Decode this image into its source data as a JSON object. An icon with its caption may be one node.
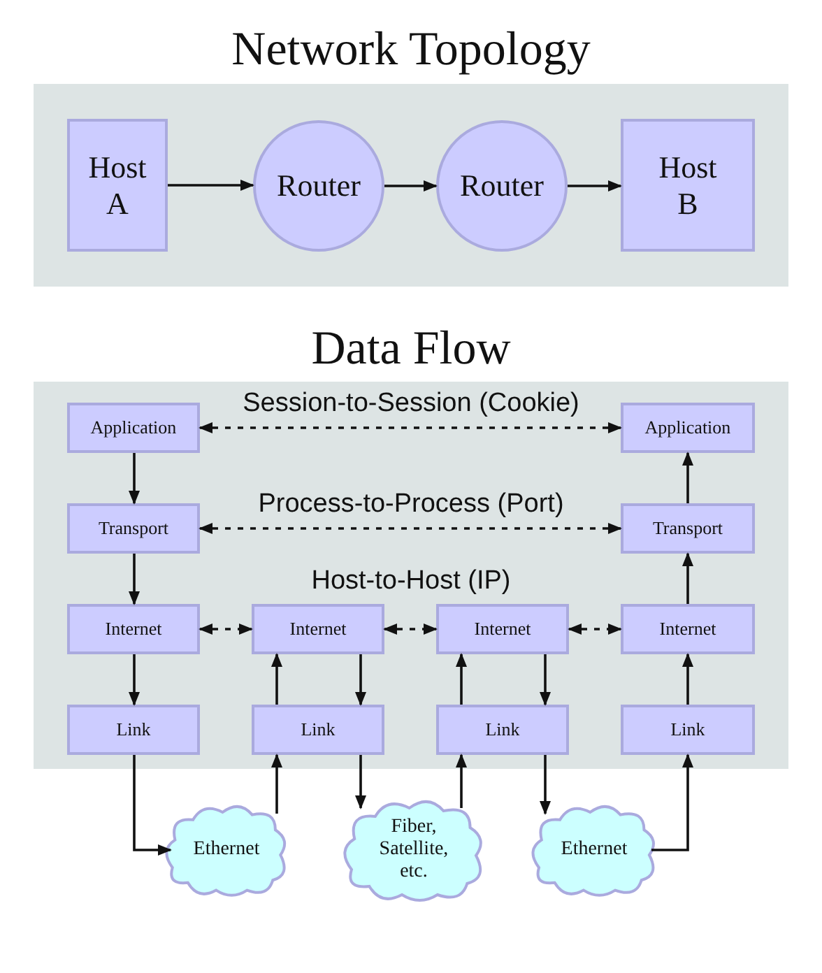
{
  "diagram": {
    "nodes": [
      {
        "text": [
          "Network Topology"
        ]
      },
      {
        "text": [
          "Host A"
        ],
        "in": 0
      },
      {
        "text": [
          "Router"
        ],
        "in": 0
      },
      {
        "text": [
          "Router"
        ],
        "in": 0
      },
      {
        "text": [
          "Host B"
        ],
        "in": 0
      },
      {
        "text": [
          "Data Flow"
        ]
      },
      {
        "text": [
          "Application"
        ],
        "in": 5
      },
      {
        "text": [
          "Application"
        ],
        "in": 5
      },
      {
        "text": [
          "Transport"
        ],
        "in": 5
      },
      {
        "text": [
          "Transport"
        ],
        "in": 5
      },
      {
        "text": [
          "Internet"
        ],
        "in": 5
      },
      {
        "text": [
          "Internet"
        ],
        "in": 5
      },
      {
        "text": [
          "Internet"
        ],
        "in": 5
      },
      {
        "text": [
          "Internet"
        ],
        "in": 5
      },
      {
        "text": [
          "Link"
        ],
        "in": 5
      },
      {
        "text": [
          "Link"
        ],
        "in": 5
      },
      {
        "text": [
          "Link"
        ],
        "in": 5
      },
      {
        "text": [
          "Link"
        ],
        "in": 5
      },
      {
        "text": [
          "Ethernet"
        ]
      },
      {
        "text": [
          "Fiber, Satellite, etc."
        ]
      },
      {
        "text": [
          "Ethernet"
        ]
      }
    ],
    "edges": [
      {
        "from": 1,
        "to": 2,
        "arrow": "to"
      },
      {
        "from": 2,
        "to": 3,
        "arrow": "to"
      },
      {
        "from": 3,
        "to": 4,
        "arrow": "to"
      },
      {
        "from": 6,
        "to": 7,
        "arrow": "both",
        "style": "dashed",
        "label": "Session-to-Session (Cookie)"
      },
      {
        "from": 8,
        "to": 9,
        "arrow": "both",
        "style": "dashed",
        "label": "Process-to-Process (Port)"
      },
      {
        "from": 10,
        "to": 11,
        "arrow": "both",
        "style": "dashed"
      },
      {
        "from": 11,
        "to": 12,
        "arrow": "both",
        "style": "dashed"
      },
      {
        "from": 12,
        "to": 13,
        "arrow": "both",
        "style": "dashed"
      },
      {
        "from": 6,
        "to": 8,
        "arrow": "to"
      },
      {
        "from": 8,
        "to": 10,
        "arrow": "to"
      },
      {
        "from": 10,
        "to": 14,
        "arrow": "to"
      },
      {
        "from": 9,
        "to": 7,
        "arrow": "to"
      },
      {
        "from": 13,
        "to": 9,
        "arrow": "to"
      },
      {
        "from": 17,
        "to": 13,
        "arrow": "to"
      },
      {
        "from": 15,
        "to": 11,
        "arrow": "to"
      },
      {
        "from": 11,
        "to": 15,
        "arrow": "to"
      },
      {
        "from": 16,
        "to": 12,
        "arrow": "to"
      },
      {
        "from": 12,
        "to": 16,
        "arrow": "to"
      },
      {
        "from": 14,
        "to": 18,
        "arrow": "to"
      },
      {
        "from": 18,
        "to": 15,
        "arrow": "to"
      },
      {
        "from": 15,
        "to": 19,
        "arrow": "to"
      },
      {
        "from": 19,
        "to": 16,
        "arrow": "to"
      },
      {
        "from": 16,
        "to": 20,
        "arrow": "to"
      },
      {
        "from": 20,
        "to": 17,
        "arrow": "to"
      }
    ],
    "labels": [
      "Host-to-Host (IP)"
    ]
  }
}
